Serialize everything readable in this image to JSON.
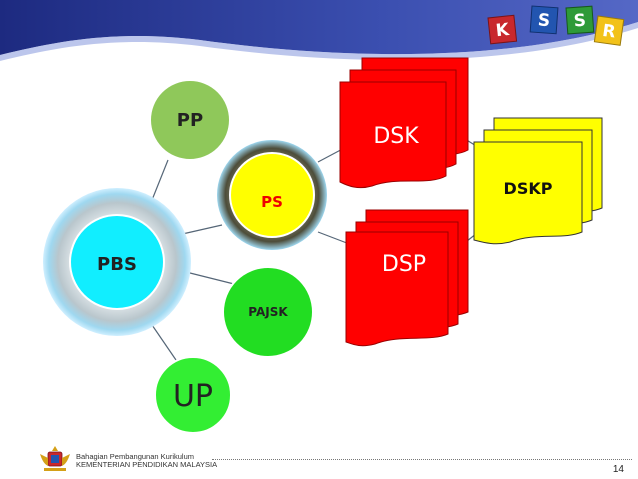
{
  "diagram": {
    "hub_label": "PBS",
    "branches": {
      "pp": "PP",
      "ps": "PS",
      "pajsk": "PAJSK",
      "up": "UP"
    },
    "documents": {
      "dsk": "DSK",
      "dsp": "DSP",
      "dskp": "DSKP"
    }
  },
  "header": {
    "cube_letters": [
      "K",
      "S",
      "S",
      "R"
    ]
  },
  "footer": {
    "org_line1": "Bahagian Pembangunan Kurikulum",
    "org_line2": "KEMENTERIAN PENDIDIKAN MALAYSIA",
    "page_number": "14"
  },
  "colors": {
    "banner": "#2b3a93",
    "pp": "#8fc85a",
    "ps": "#ffff00",
    "pajsk": "#22dd22",
    "up": "#33ee33",
    "hub": "#11eeff",
    "doc_red": "#ff0000",
    "doc_yellow": "#ffff00"
  },
  "icons": [
    "kssr-cubes-icon",
    "malaysia-crest-icon"
  ]
}
